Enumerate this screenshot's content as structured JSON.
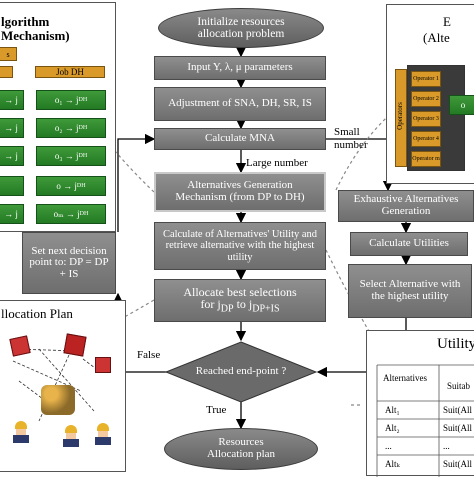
{
  "left_panel": {
    "title_line1": "lgorithm",
    "title_line2": "Mechanism)",
    "header_left": "s",
    "header_right": "Job DH",
    "rows": [
      {
        "left": "→ j",
        "right": "o₁ → j",
        "sub": "DH"
      },
      {
        "left": "→ j",
        "right": "o₂ → j",
        "sub": "DH"
      },
      {
        "left": "→ j",
        "right": "o₃ → j",
        "sub": "DH"
      },
      {
        "left": "",
        "right": "o → j",
        "sub": "DH"
      },
      {
        "left": "→ j",
        "right": "oₘ → j",
        "sub": "DH"
      }
    ]
  },
  "flow": {
    "start": "Initialize resources allocation problem",
    "input": "Input Y, λ, μ parameters",
    "adjust": "Adjustment of SNA, DH, SR, IS",
    "mna": "Calculate MNA",
    "large_label": "Large number",
    "small_label_1": "Small",
    "small_label_2": "number",
    "alt_gen": "Alternatives Generation Mechanism (from DP to DH)",
    "calc_util": "Calculate of Alternatives' Utility and retrieve alternative with the highest utility",
    "allocate_line1": "Allocate best selections",
    "allocate_line2_a": "for j",
    "allocate_sub_a": "DP",
    "allocate_line2_b": " to j",
    "allocate_sub_b": "DP+IS",
    "decision": "Reached end-point ?",
    "false_label": "False",
    "true_label": "True",
    "end": "Resources Allocation plan",
    "next_dp": "Set next decision point to: DP = DP + IS"
  },
  "right_flow": {
    "exhaustive": "Exhaustive Alternatives Generation",
    "calc_utils": "Calculate Utilities",
    "select_alt": "Select Alternative with the highest utility"
  },
  "right_panel": {
    "title_line1": "E",
    "title_line2": "(Alte",
    "operators_label": "Operators",
    "ops": [
      "Operator 1",
      "Operator 2",
      "Operator 3",
      "Operator 4",
      "Operator m"
    ],
    "o_label": "o",
    "dots": "..."
  },
  "alloc_plan": {
    "title": "llocation Plan"
  },
  "utility_table": {
    "title": "Utility",
    "col1": "Alternatives",
    "col2": "Suitab",
    "rows": [
      {
        "alt": "Alt₁",
        "suit": "Suit(All"
      },
      {
        "alt": "Alt₂",
        "suit": "Suit(All"
      },
      {
        "alt": "...",
        "suit": "..."
      },
      {
        "alt": "Altₖ",
        "suit": "Suit(All"
      }
    ]
  }
}
